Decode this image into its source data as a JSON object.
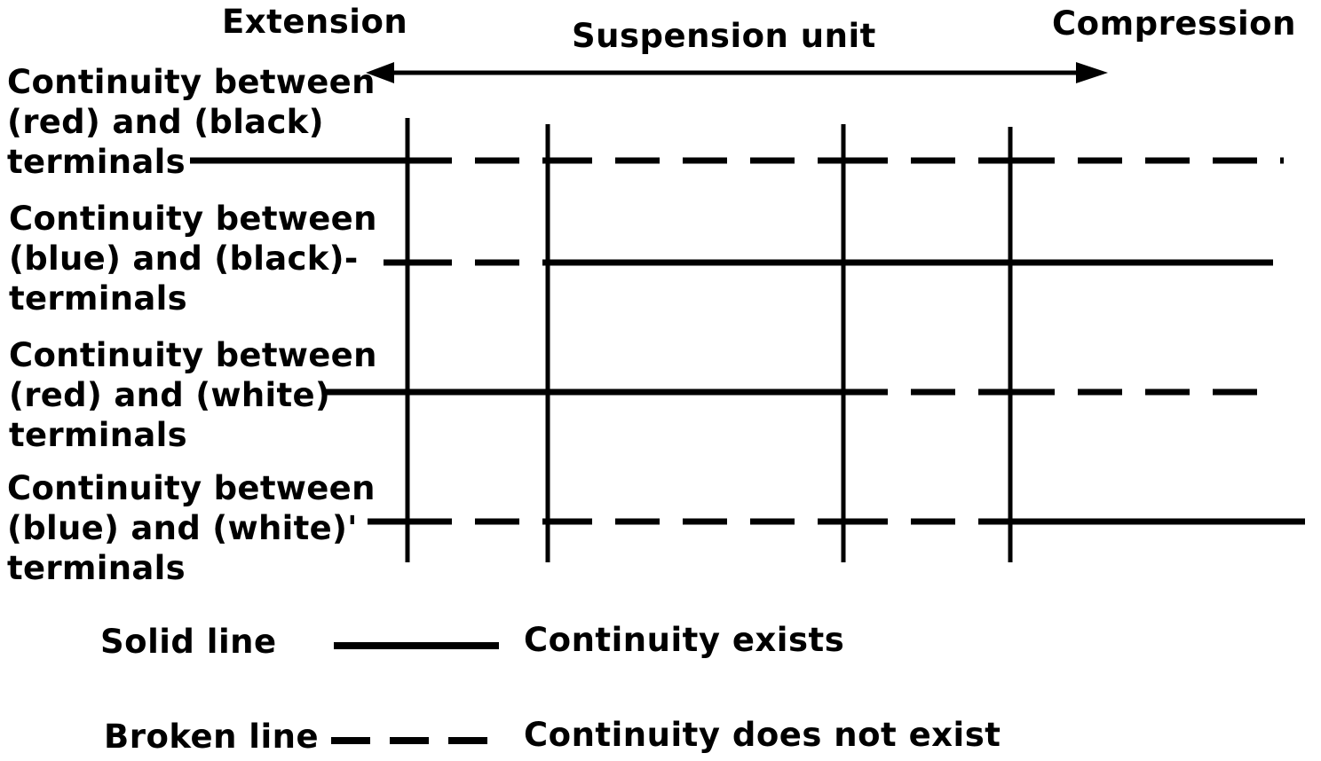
{
  "header": {
    "extension": "Extension",
    "suspension_unit": "Suspension unit",
    "compression": "Compression"
  },
  "rows": [
    {
      "label_lines": [
        "Continuity between",
        "(red) and (black)",
        "terminals"
      ],
      "segments": [
        "solid",
        "broken",
        "broken",
        "broken",
        "broken"
      ]
    },
    {
      "label_lines": [
        "Continuity between",
        "(blue) and (black)-",
        "terminals"
      ],
      "segments": [
        "broken",
        "broken",
        "solid",
        "solid",
        "solid"
      ]
    },
    {
      "label_lines": [
        "Continuity between",
        "(red) and (white)",
        "terminals"
      ],
      "segments": [
        "solid",
        "solid",
        "solid",
        "broken",
        "broken"
      ]
    },
    {
      "label_lines": [
        "Continuity between",
        "(blue) and (white)'",
        "terminals"
      ],
      "segments": [
        "broken",
        "broken",
        "broken",
        "broken",
        "solid"
      ]
    }
  ],
  "legend": {
    "solid_term": "Solid line",
    "solid_desc": "Continuity exists",
    "broken_term": "Broken line",
    "broken_desc": "Continuity does not exist"
  }
}
